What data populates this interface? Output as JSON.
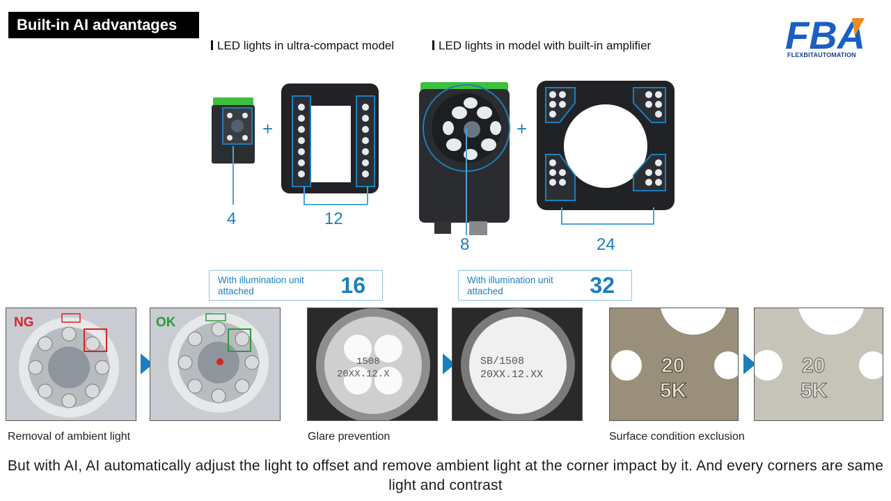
{
  "header": {
    "title": "Built-in AI advantages"
  },
  "logo": {
    "mark": "FBA",
    "tagline": "FLEXBITAUTOMATION",
    "colors": {
      "blue": "#1a5fc4",
      "orange": "#f08c1e"
    }
  },
  "sections": [
    {
      "heading": "LED lights in ultra-compact model"
    },
    {
      "heading": "LED lights in model with built-in amplifier"
    }
  ],
  "counts": {
    "compact_camera": "4",
    "compact_unit": "12",
    "amp_camera": "8",
    "amp_unit": "24"
  },
  "illumination": [
    {
      "label": "With illumination unit attached",
      "value": "16"
    },
    {
      "label": "With illumination unit attached",
      "value": "32"
    }
  ],
  "examples": {
    "ng_label": "NG",
    "ok_label": "OK",
    "glare_before": [
      "1508",
      "20XX.12.X"
    ],
    "glare_after": [
      "SB/1508",
      "20XX.12.XX"
    ],
    "surface_before": [
      "20",
      "5K"
    ],
    "surface_after": [
      "20",
      "5K"
    ]
  },
  "captions": [
    "Removal of ambient light",
    "Glare prevention",
    "Surface condition exclusion"
  ],
  "subtitle": "But with AI, AI automatically adjust the light to offset and remove ambient light at the corner impact by it. And every corners are same light and contrast",
  "colors": {
    "accent": "#1a7fc0",
    "ng": "#e02020",
    "ok": "#2a9a3a"
  }
}
